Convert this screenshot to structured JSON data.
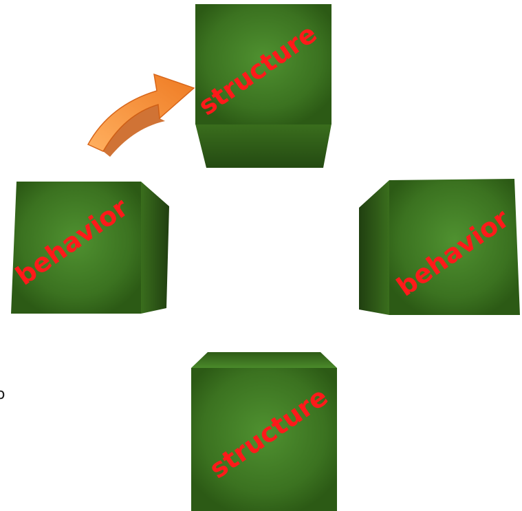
{
  "colors": {
    "cube_face_light": "#4a8a2a",
    "cube_face_dark": "#2f5e17",
    "cube_side": "#244a12",
    "cube_edge": "#3d7421",
    "label": "#ff1a1a",
    "arrow_light": "#ff9a40",
    "arrow_dark": "#e0701a",
    "background": "#ffffff"
  },
  "cubes": {
    "top": {
      "label": "structure"
    },
    "left": {
      "label": "behavior"
    },
    "right": {
      "label": "behavior"
    },
    "bottom": {
      "label": "structure"
    }
  },
  "arrow": {
    "icon": "curved-arrow-icon",
    "direction": "clockwise"
  },
  "edge_fragment": {
    "text": "o"
  }
}
